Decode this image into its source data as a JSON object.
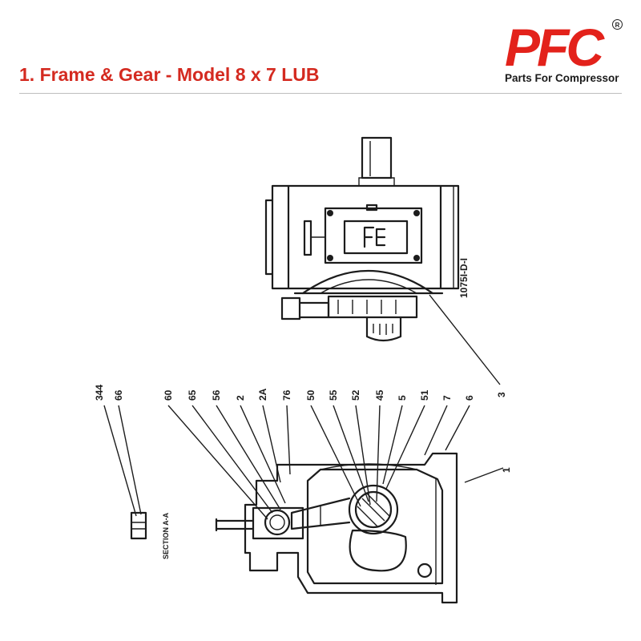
{
  "header": {
    "title": "1. Frame & Gear - Model 8 x 7 LUB"
  },
  "logo": {
    "mark": "PFC",
    "registered": "R",
    "tagline": "Parts For Compressor",
    "brand_color": "#e3221b"
  },
  "diagram": {
    "drawing_number": "1075I-D-I",
    "section_label": "SECTION A-A",
    "callouts": [
      {
        "id": "344"
      },
      {
        "id": "66"
      },
      {
        "id": "60"
      },
      {
        "id": "65"
      },
      {
        "id": "56"
      },
      {
        "id": "2"
      },
      {
        "id": "2A"
      },
      {
        "id": "76"
      },
      {
        "id": "50"
      },
      {
        "id": "55"
      },
      {
        "id": "52"
      },
      {
        "id": "45"
      },
      {
        "id": "5"
      },
      {
        "id": "51"
      },
      {
        "id": "7"
      },
      {
        "id": "6"
      },
      {
        "id": "3"
      },
      {
        "id": "1"
      }
    ]
  },
  "colors": {
    "title": "#d42a20",
    "ink": "#1c1c1c",
    "rule": "#bdbdbd"
  }
}
